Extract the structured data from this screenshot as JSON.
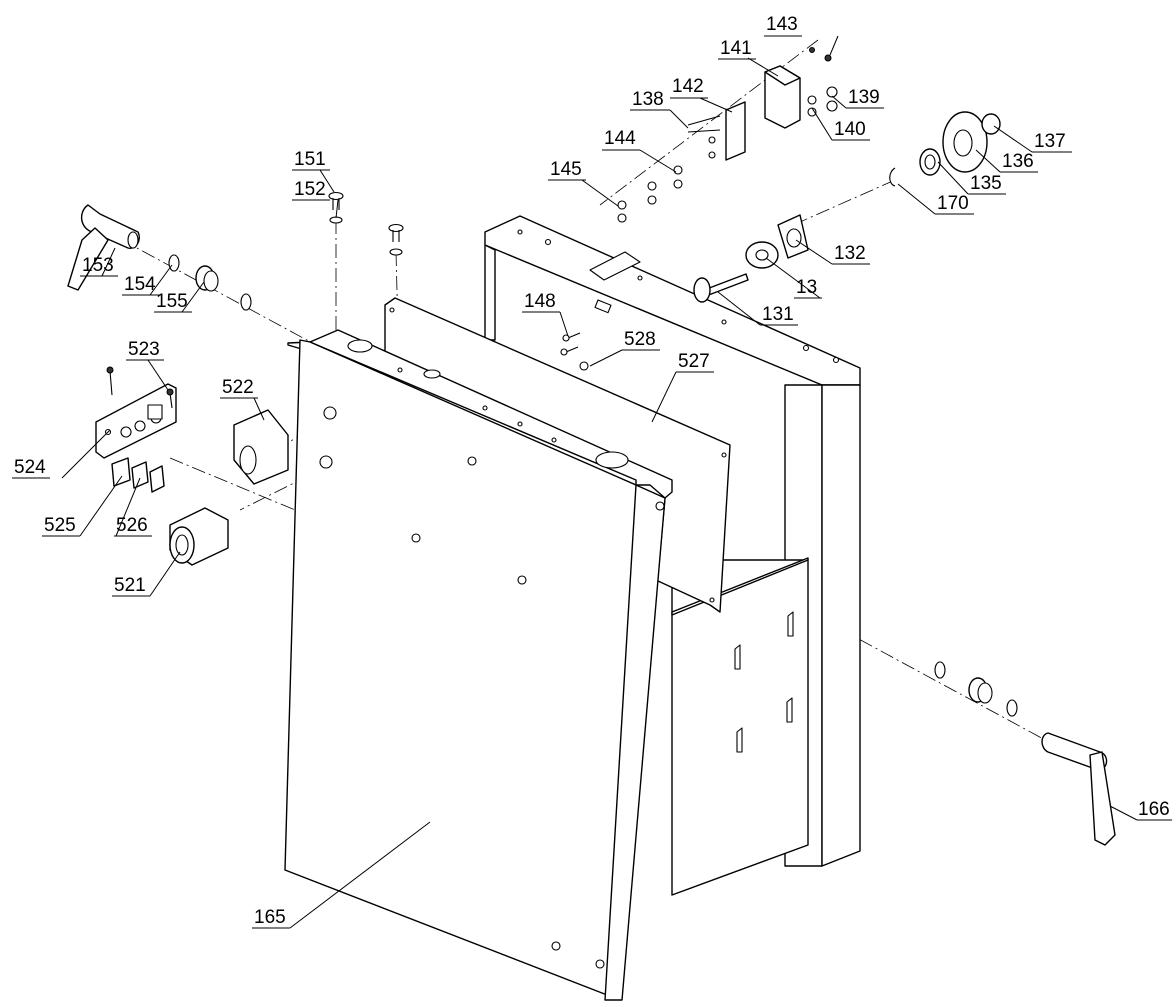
{
  "labels": [
    {
      "id": "l-143",
      "text": "143"
    },
    {
      "id": "l-141",
      "text": "141"
    },
    {
      "id": "l-142",
      "text": "142"
    },
    {
      "id": "l-139",
      "text": "139"
    },
    {
      "id": "l-138",
      "text": "138"
    },
    {
      "id": "l-140",
      "text": "140"
    },
    {
      "id": "l-137",
      "text": "137"
    },
    {
      "id": "l-144",
      "text": "144"
    },
    {
      "id": "l-136",
      "text": "136"
    },
    {
      "id": "l-135",
      "text": "135"
    },
    {
      "id": "l-151",
      "text": "151"
    },
    {
      "id": "l-145",
      "text": "145"
    },
    {
      "id": "l-152",
      "text": "152"
    },
    {
      "id": "l-170",
      "text": "170"
    },
    {
      "id": "l-153",
      "text": "153"
    },
    {
      "id": "l-132",
      "text": "132"
    },
    {
      "id": "l-154",
      "text": "154"
    },
    {
      "id": "l-13",
      "text": "13"
    },
    {
      "id": "l-155",
      "text": "155"
    },
    {
      "id": "l-131",
      "text": "131"
    },
    {
      "id": "l-148",
      "text": "148"
    },
    {
      "id": "l-528",
      "text": "528"
    },
    {
      "id": "l-523",
      "text": "523"
    },
    {
      "id": "l-522",
      "text": "522"
    },
    {
      "id": "l-527",
      "text": "527"
    },
    {
      "id": "l-524",
      "text": "524"
    },
    {
      "id": "l-525",
      "text": "525"
    },
    {
      "id": "l-526",
      "text": "526"
    },
    {
      "id": "l-521",
      "text": "521"
    },
    {
      "id": "l-166",
      "text": "166"
    },
    {
      "id": "l-165",
      "text": "165"
    }
  ]
}
